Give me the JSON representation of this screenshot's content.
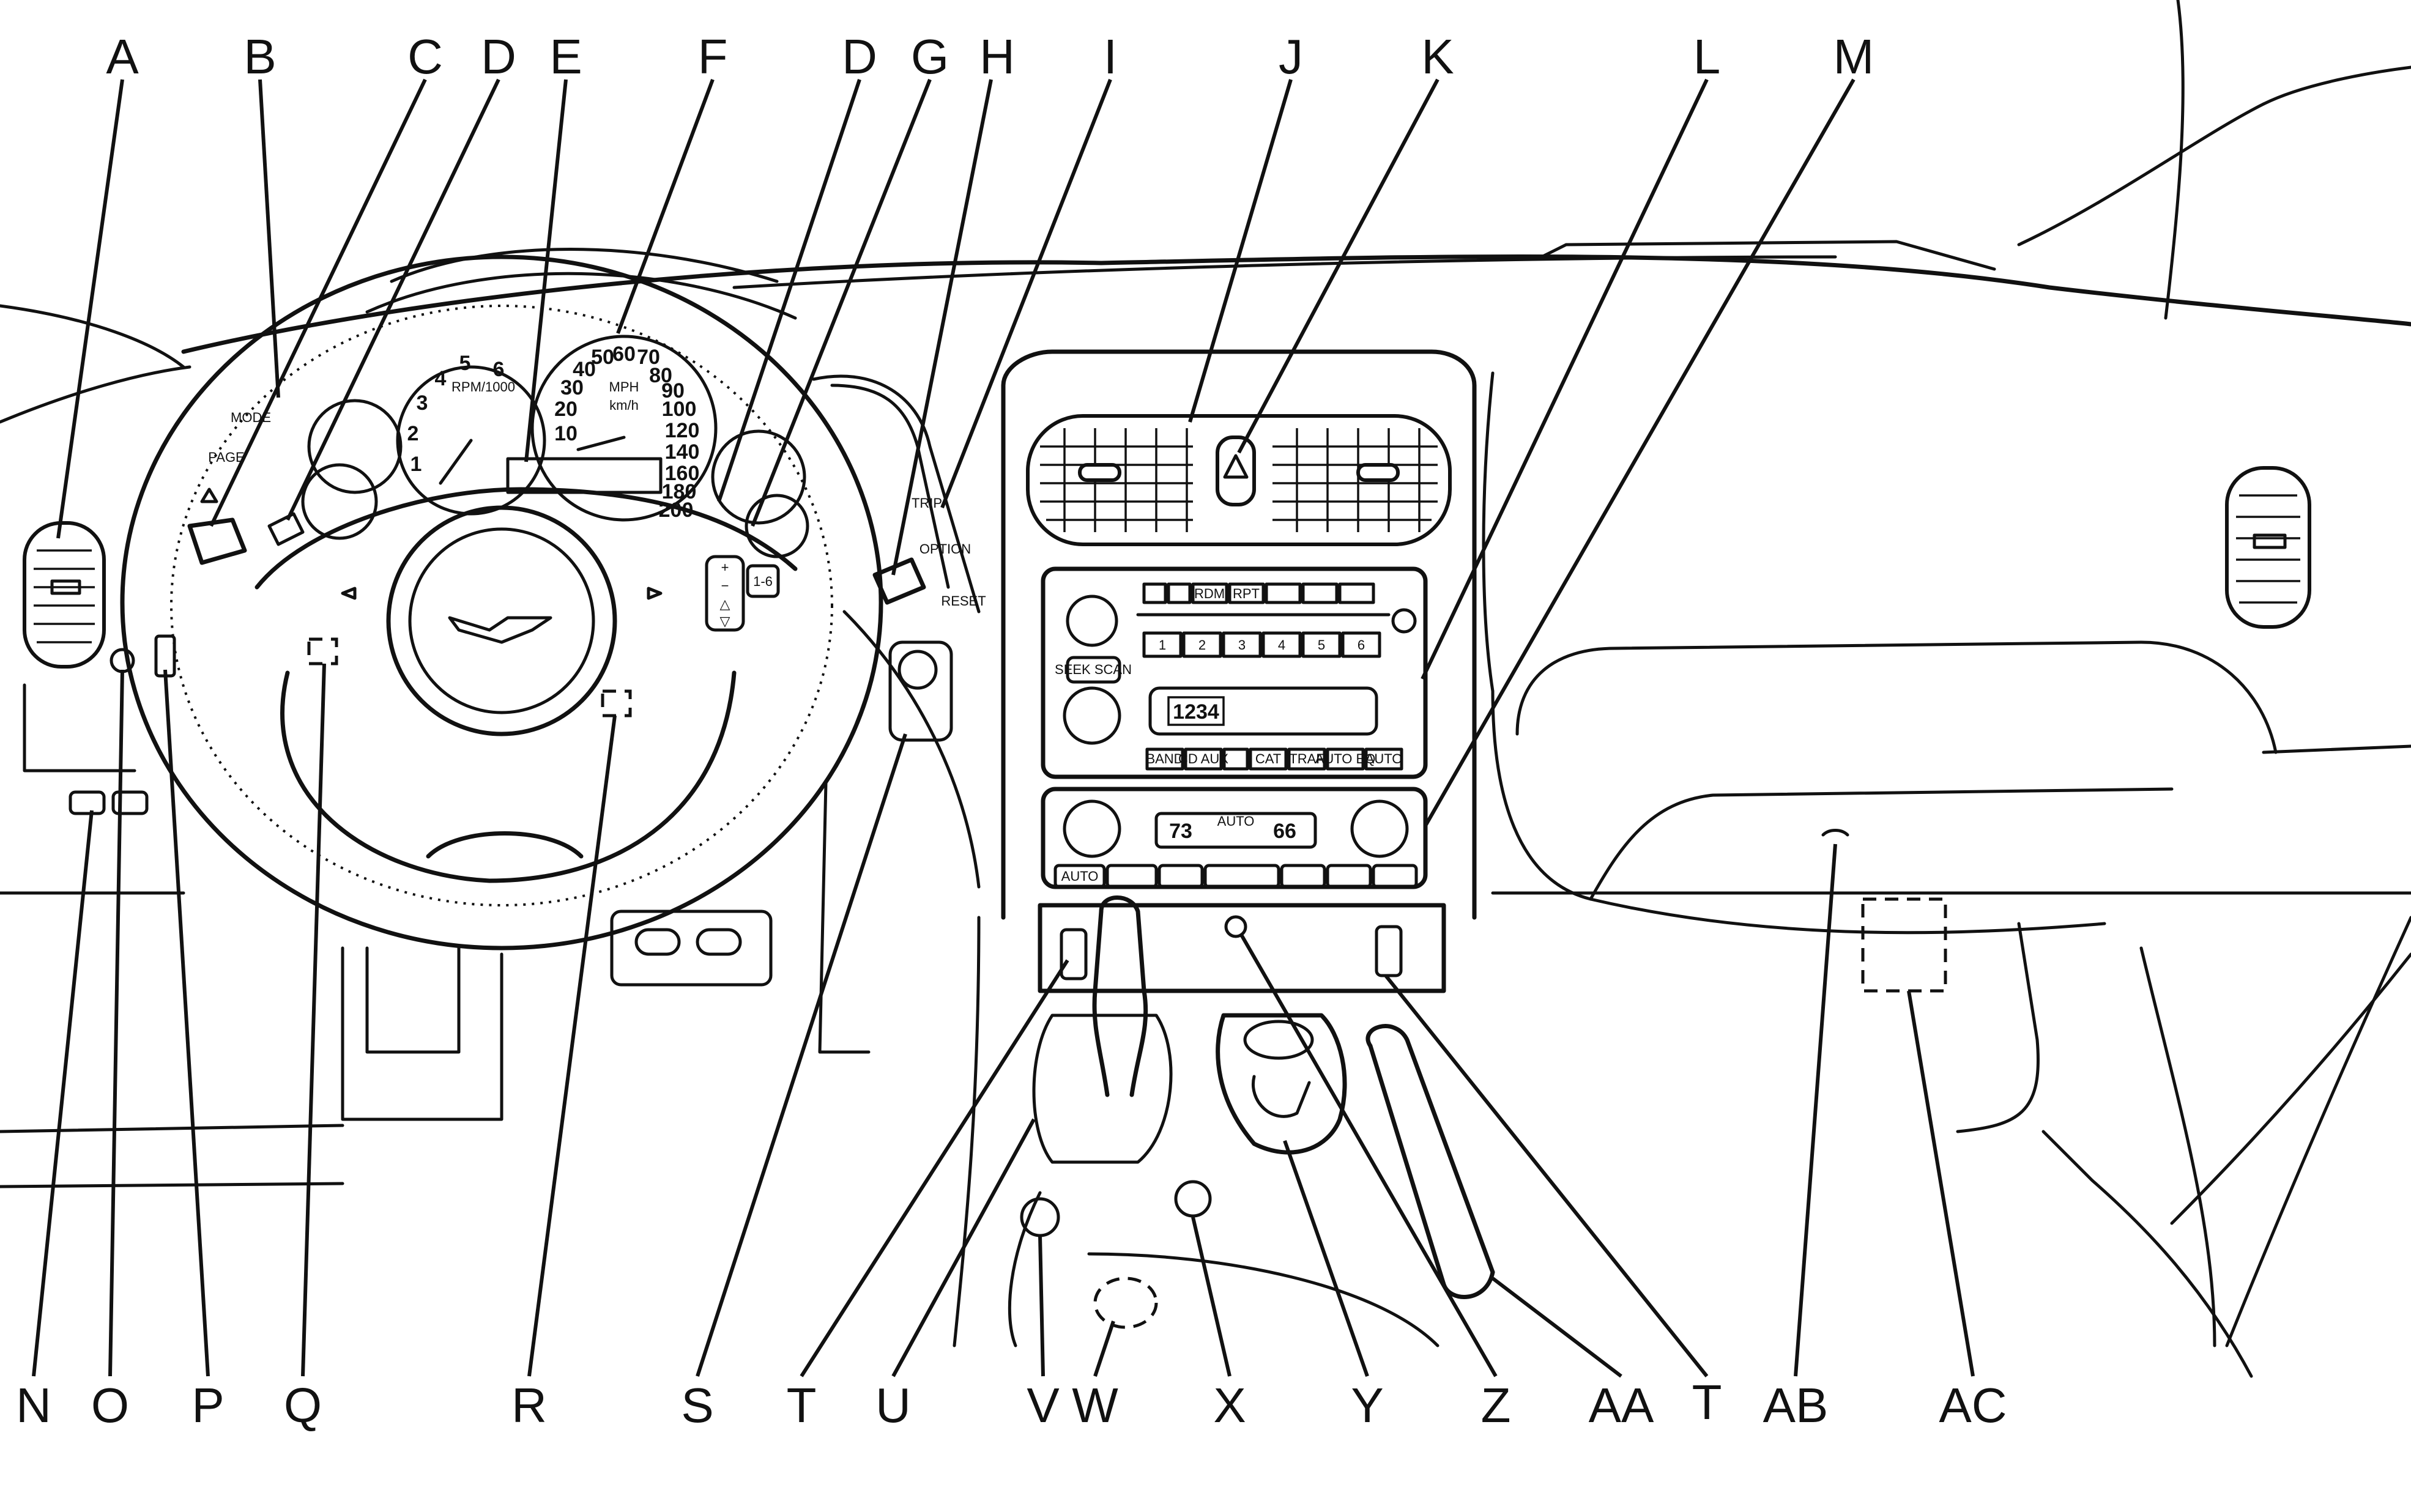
{
  "callouts_top": [
    {
      "id": "A",
      "label": "A"
    },
    {
      "id": "B",
      "label": "B"
    },
    {
      "id": "C",
      "label": "C"
    },
    {
      "id": "D1",
      "label": "D"
    },
    {
      "id": "E",
      "label": "E"
    },
    {
      "id": "F",
      "label": "F"
    },
    {
      "id": "D2",
      "label": "D"
    },
    {
      "id": "G",
      "label": "G"
    },
    {
      "id": "H",
      "label": "H"
    },
    {
      "id": "I",
      "label": "I"
    },
    {
      "id": "J",
      "label": "J"
    },
    {
      "id": "K",
      "label": "K"
    },
    {
      "id": "L",
      "label": "L"
    },
    {
      "id": "M",
      "label": "M"
    }
  ],
  "callouts_bottom": [
    {
      "id": "N",
      "label": "N"
    },
    {
      "id": "O",
      "label": "O"
    },
    {
      "id": "P",
      "label": "P"
    },
    {
      "id": "Q",
      "label": "Q"
    },
    {
      "id": "R",
      "label": "R"
    },
    {
      "id": "S",
      "label": "S"
    },
    {
      "id": "T1",
      "label": "T"
    },
    {
      "id": "U",
      "label": "U"
    },
    {
      "id": "V",
      "label": "V"
    },
    {
      "id": "W",
      "label": "W"
    },
    {
      "id": "X",
      "label": "X"
    },
    {
      "id": "Y",
      "label": "Y"
    },
    {
      "id": "Z",
      "label": "Z"
    },
    {
      "id": "AA",
      "label": "AA"
    },
    {
      "id": "T2",
      "label": "T"
    },
    {
      "id": "AB",
      "label": "AB"
    },
    {
      "id": "AC",
      "label": "AC"
    }
  ],
  "cluster": {
    "tach_label": "RPM/1000",
    "tach_ticks": [
      "1",
      "2",
      "3",
      "4",
      "5",
      "6"
    ],
    "speed_unit": "MPH",
    "speed_unit_alt": "km/h",
    "speed_ticks": [
      "10",
      "20",
      "30",
      "40",
      "50",
      "60",
      "70",
      "80",
      "90",
      "100",
      "120",
      "140",
      "160",
      "180",
      "200"
    ],
    "left_labels": [
      "MODE",
      "PAGE"
    ],
    "right_labels": [
      "TRIP",
      "OPTION",
      "RESET"
    ]
  },
  "radio": {
    "top_buttons": [
      "RDM",
      "RPT"
    ],
    "presets": [
      "1",
      "2",
      "3",
      "4",
      "5",
      "6"
    ],
    "bottom_buttons": [
      "BAND",
      "CD AUX",
      "CAT",
      "TRAF",
      "AUTO EQ",
      "AUTO"
    ],
    "seek_label": "SEEK SCAN",
    "display": "1234"
  },
  "climate": {
    "left_temp": "73",
    "mode": "AUTO",
    "right_temp": "66",
    "auto_button": "AUTO"
  },
  "wheel": {
    "right_pad": [
      "+",
      "−",
      "△",
      "▽"
    ],
    "right_pad_extra": "1-6"
  }
}
